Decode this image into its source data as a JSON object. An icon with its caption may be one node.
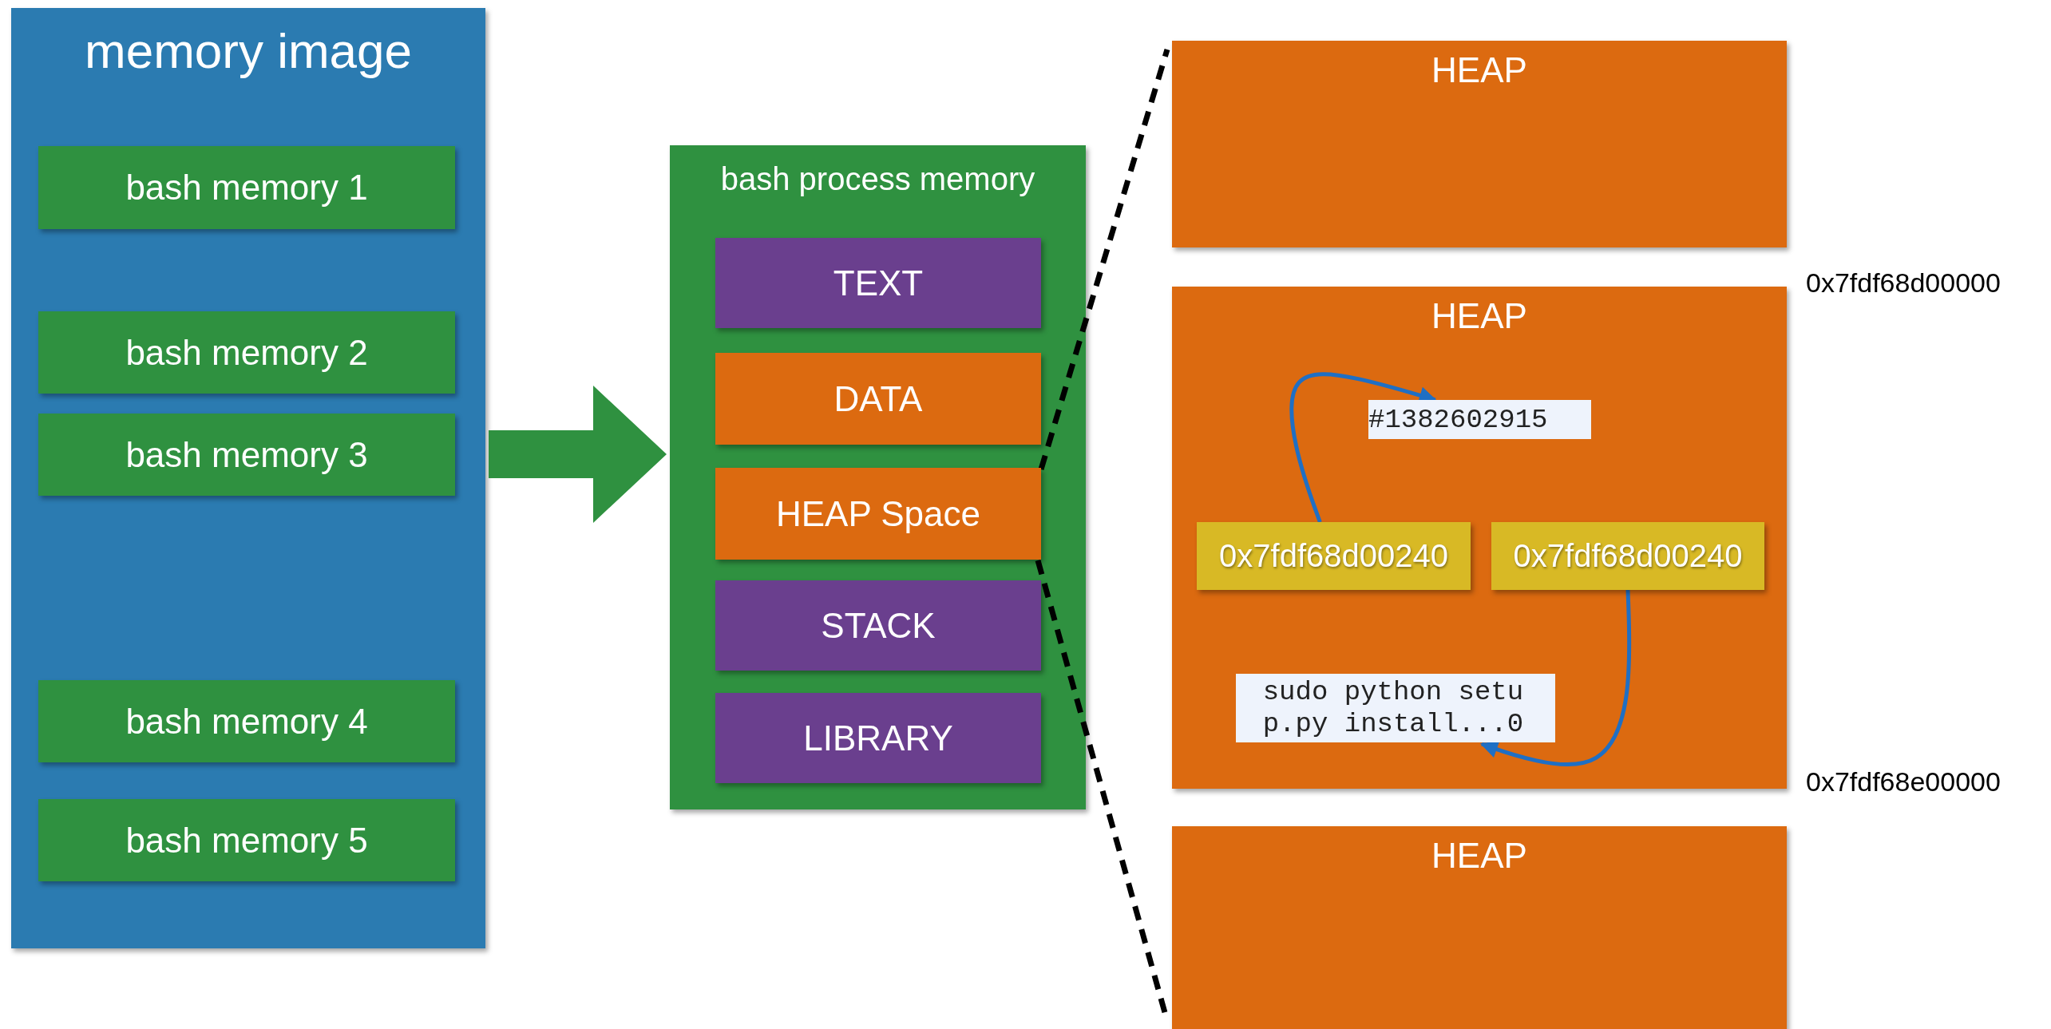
{
  "diagram": {
    "nodes": [
      {
        "text": [
          "memory image"
        ]
      },
      {
        "text": [
          "bash memory 1"
        ],
        "in": 0
      },
      {
        "text": [
          "bash memory 2"
        ],
        "in": 0
      },
      {
        "text": [
          "bash memory 3"
        ],
        "in": 0
      },
      {
        "text": [
          "bash memory 4"
        ],
        "in": 0
      },
      {
        "text": [
          "bash memory 5"
        ],
        "in": 0
      },
      {
        "text": [
          "bash process memory"
        ]
      },
      {
        "text": [
          "TEXT"
        ],
        "in": 6
      },
      {
        "text": [
          "DATA"
        ],
        "in": 6
      },
      {
        "text": [
          "HEAP Space"
        ],
        "in": 6
      },
      {
        "text": [
          "STACK"
        ],
        "in": 6
      },
      {
        "text": [
          "LIBRARY"
        ],
        "in": 6
      },
      {
        "text": [
          "HEAP"
        ]
      },
      {
        "text": [
          "HEAP"
        ]
      },
      {
        "text": [
          "#1382602915"
        ],
        "in": 13
      },
      {
        "text": [
          "0x7fdf68d00240"
        ],
        "in": 13
      },
      {
        "text": [
          "0x7fdf68d00240"
        ],
        "in": 13
      },
      {
        "text": [
          "sudo python setu p.py install...0"
        ],
        "in": 13
      },
      {
        "text": [
          "HEAP"
        ]
      }
    ],
    "edges": [
      {
        "from": 0,
        "to": 6,
        "arrow": "to",
        "style": "thick",
        "color": "#2f9140"
      },
      {
        "from": 9,
        "to": 12,
        "arrow": "none",
        "style": "dashed",
        "color": "#000000"
      },
      {
        "from": 9,
        "to": 18,
        "arrow": "none",
        "style": "dashed",
        "color": "#000000"
      },
      {
        "from": 15,
        "to": 14,
        "arrow": "to",
        "color": "#1f6fc4"
      },
      {
        "from": 16,
        "to": 17,
        "arrow": "to",
        "color": "#1f6fc4"
      }
    ],
    "labels": [
      "0x7fdf68d00000",
      "0x7fdf68e00000"
    ]
  }
}
